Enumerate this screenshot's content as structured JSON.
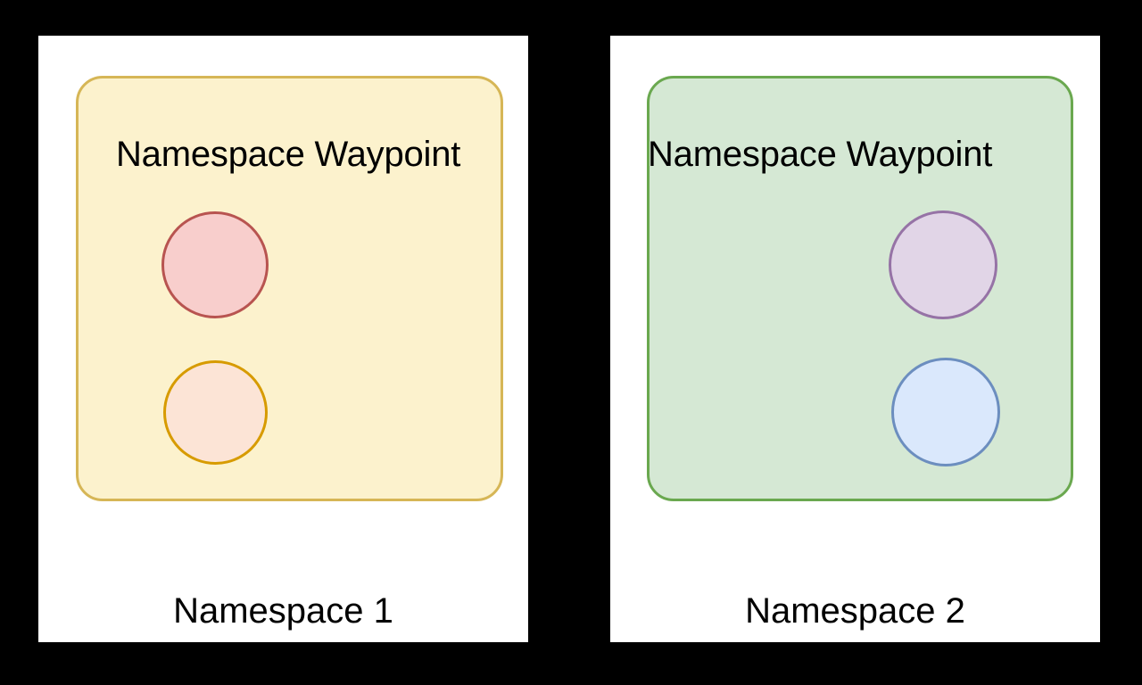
{
  "diagram": {
    "background_color": "#000000",
    "panels": [
      {
        "id": "namespace-1",
        "panel_background": "#ffffff",
        "waypoint": {
          "title": "Namespace Waypoint",
          "fill_color": "#fcf2cd",
          "border_color": "#d6b656"
        },
        "services": [
          {
            "id": "service-red",
            "fill_color": "#f8cecc",
            "border_color": "#b85450"
          },
          {
            "id": "service-orange",
            "fill_color": "#fce4d6",
            "border_color": "#d79b00"
          }
        ],
        "label": "Namespace 1"
      },
      {
        "id": "namespace-2",
        "panel_background": "#ffffff",
        "waypoint": {
          "title": "Namespace Waypoint",
          "fill_color": "#d5e8d4",
          "border_color": "#6aa84f"
        },
        "services": [
          {
            "id": "service-purple",
            "fill_color": "#e1d5e7",
            "border_color": "#9673a6"
          },
          {
            "id": "service-blue",
            "fill_color": "#dae8fc",
            "border_color": "#6c8ebf"
          }
        ],
        "label": "Namespace 2"
      }
    ]
  }
}
